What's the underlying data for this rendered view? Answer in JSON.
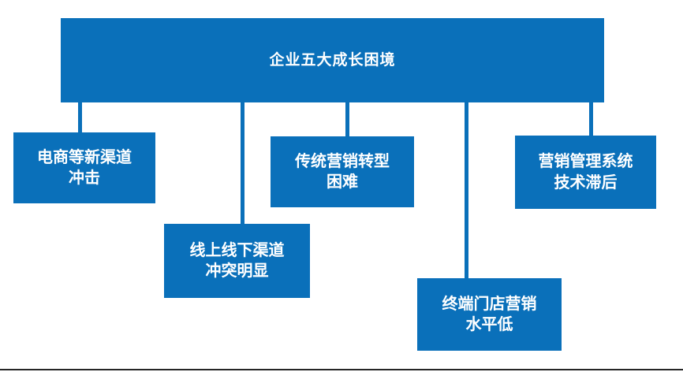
{
  "diagram": {
    "type": "hierarchy-flowchart",
    "root": {
      "label": "企业五大成长困境"
    },
    "children": [
      {
        "line1": "电商等新渠道",
        "line2": "冲击"
      },
      {
        "line1": "线上线下渠道",
        "line2": "冲突明显"
      },
      {
        "line1": "传统营销转型",
        "line2": "困难"
      },
      {
        "line1": "终端门店营销",
        "line2": "水平低"
      },
      {
        "line1": "营销管理系统",
        "line2": "技术滞后"
      }
    ],
    "colors": {
      "box_fill": "#0a70ba",
      "box_text": "#ffffff",
      "connector": "#0a70ba",
      "background": "#ffffff",
      "baseline": "#262626"
    }
  }
}
